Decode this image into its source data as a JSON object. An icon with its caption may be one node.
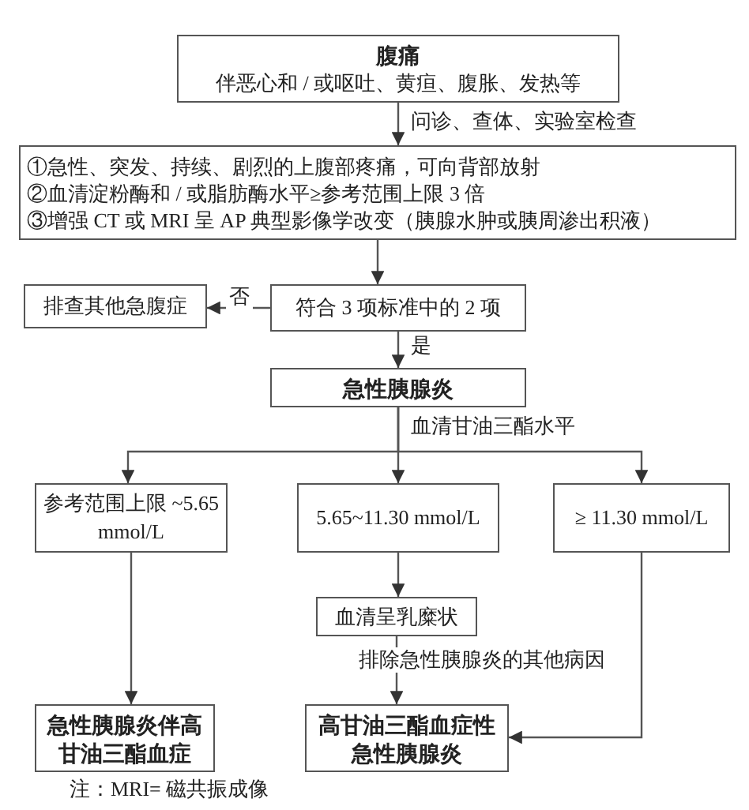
{
  "diagram": {
    "nodes": [
      {
        "text": [
          "腹痛",
          "伴恶心和 / 或呕吐、黄疸、腹胀、发热等"
        ]
      },
      {
        "text": [
          "①急性、突发、持续、剧烈的上腹部疼痛，可向背部放射",
          "②血清淀粉酶和 / 或脂肪酶水平≥参考范围上限 3 倍",
          "③增强 CT 或 MRI 呈 AP 典型影像学改变（胰腺水肿或胰周渗出积液）"
        ]
      },
      {
        "text": [
          "排查其他急腹症"
        ]
      },
      {
        "text": [
          "符合 3 项标准中的 2 项"
        ]
      },
      {
        "text": [
          "急性胰腺炎"
        ]
      },
      {
        "text": [
          "参考范围上限 ~5.65 mmol/L"
        ]
      },
      {
        "text": [
          "5.65~11.30 mmol/L"
        ]
      },
      {
        "text": [
          "≥ 11.30 mmol/L"
        ]
      },
      {
        "text": [
          "血清呈乳糜状"
        ]
      },
      {
        "text": [
          "急性胰腺炎伴高甘油三酯血症"
        ]
      },
      {
        "text": [
          "高甘油三酯血症性急性胰腺炎"
        ]
      }
    ],
    "edges": [
      {
        "from": 0,
        "to": 1,
        "arrow": "to",
        "label": "问诊、查体、实验室检查"
      },
      {
        "from": 1,
        "to": 3,
        "arrow": "to"
      },
      {
        "from": 3,
        "to": 2,
        "arrow": "to",
        "label": "否"
      },
      {
        "from": 3,
        "to": 4,
        "arrow": "to",
        "label": "是"
      },
      {
        "from": 4,
        "to": 5,
        "arrow": "to"
      },
      {
        "from": 4,
        "to": 6,
        "arrow": "to",
        "label": "血清甘油三酯水平"
      },
      {
        "from": 4,
        "to": 7,
        "arrow": "to"
      },
      {
        "from": 5,
        "to": 9,
        "arrow": "to"
      },
      {
        "from": 6,
        "to": 8,
        "arrow": "to"
      },
      {
        "from": 8,
        "to": 10,
        "arrow": "to",
        "label": "排除急性胰腺炎的其他病因"
      },
      {
        "from": 7,
        "to": 10,
        "arrow": "to"
      }
    ],
    "labels": [
      "注：MRI= 磁共振成像"
    ]
  }
}
